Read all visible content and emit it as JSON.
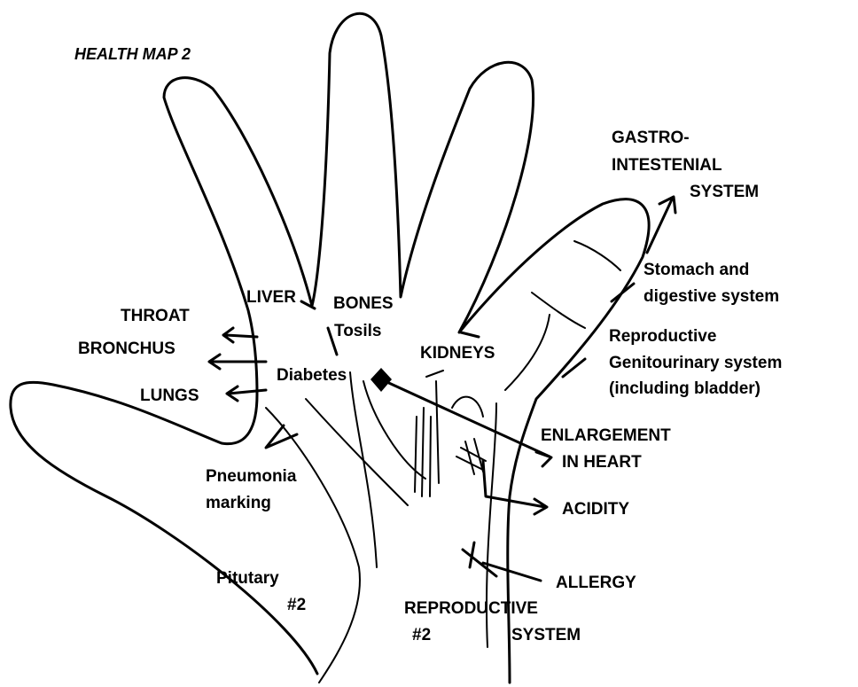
{
  "title": "HEALTH MAP 2",
  "labels": {
    "throat": "THROAT",
    "bronchus": "BRONCHUS",
    "lungs": "LUNGS",
    "liver": "LIVER",
    "bones": "BONES",
    "tosils": "Tosils",
    "diabetes": "Diabetes",
    "kidneys": "KIDNEYS",
    "pneumonia_line1": "Pneumonia",
    "pneumonia_line2": "marking",
    "pituitary_line1": "Pitutary",
    "pituitary_line2": "#2",
    "gastro_line1": "GASTRO-",
    "gastro_line2": "INTESTENIAL",
    "gastro_line3": "SYSTEM",
    "stomach_line1": "Stomach and",
    "stomach_line2": "digestive system",
    "repro_line1": "Reproductive",
    "repro_line2": "Genitourinary system",
    "repro_line3": "(including bladder)",
    "enlargement_line1": "ENLARGEMENT",
    "enlargement_line2": "IN HEART",
    "acidity": "ACIDITY",
    "allergy": "ALLERGY",
    "repro2_line1": "REPRODUCTIVE",
    "repro2_line2": "#2",
    "repro2_line3": "SYSTEM"
  },
  "colors": {
    "ink": "#000000",
    "background": "#ffffff"
  }
}
